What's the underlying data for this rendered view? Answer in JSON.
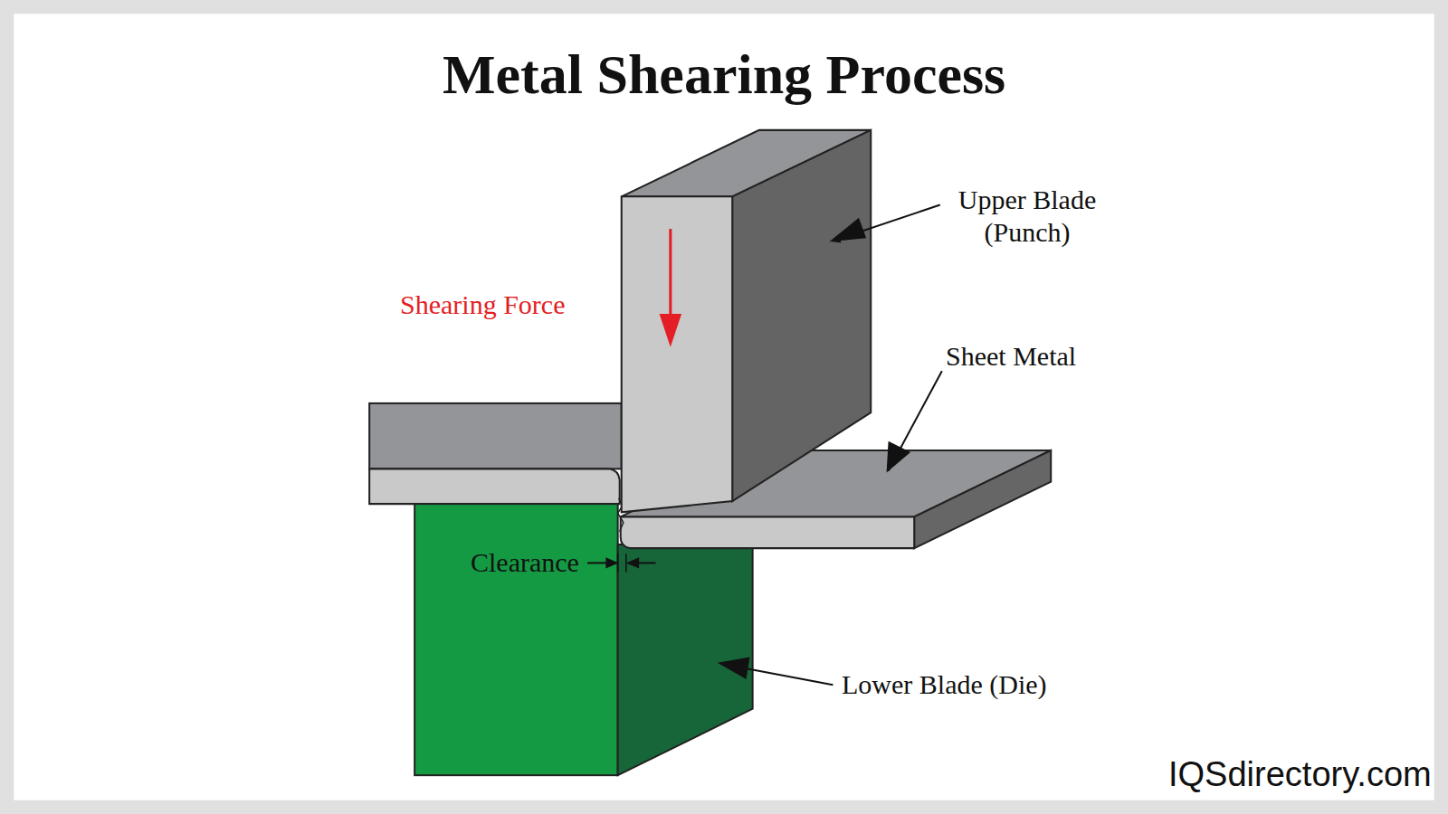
{
  "diagram": {
    "title": "Metal Shearing Process",
    "labels": [
      "Upper Blade (Punch)",
      "Shearing Force",
      "Sheet Metal",
      "Clearance",
      "Lower Blade (Die)",
      "IQSdirectory.com"
    ]
  }
}
